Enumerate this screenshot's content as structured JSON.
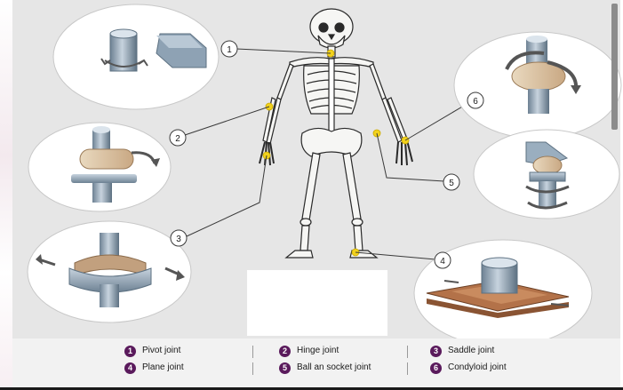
{
  "callouts": [
    "1",
    "2",
    "3",
    "4",
    "5",
    "6"
  ],
  "legend": {
    "items": [
      {
        "num": "1",
        "label": "Pivot joint"
      },
      {
        "num": "2",
        "label": "Hinge joint"
      },
      {
        "num": "3",
        "label": "Saddle joint"
      },
      {
        "num": "4",
        "label": "Plane joint"
      },
      {
        "num": "5",
        "label": "Ball an socket joint"
      },
      {
        "num": "6",
        "label": "Condyloid joint"
      }
    ]
  },
  "colors": {
    "background": "#e6e6e6",
    "badge": "#5a1a5c",
    "joint_highlight": "#f2d21c",
    "bone_gray": "#8ea2b4",
    "wood": "#a8643c"
  },
  "icons": [
    "skeleton",
    "pivot-joint-model",
    "hinge-joint-model",
    "saddle-joint-model",
    "plane-joint-model",
    "ball-and-socket-joint-model",
    "condyloid-joint-model"
  ]
}
